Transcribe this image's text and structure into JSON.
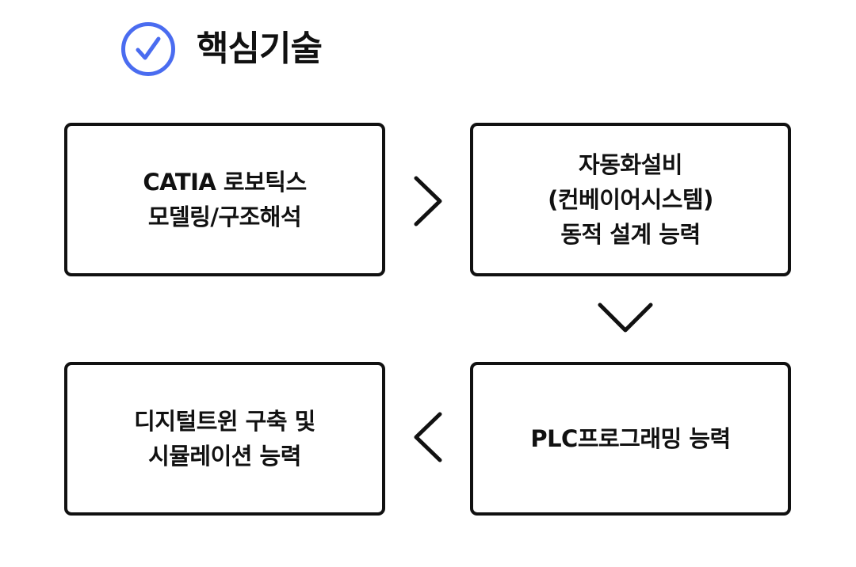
{
  "header": {
    "icon": "check-circle-icon",
    "accent_color": "#4a6cf0",
    "title": "핵심기술"
  },
  "flow": {
    "boxes": [
      {
        "lines": [
          "CATIA 로보틱스",
          "모델링/구조해석"
        ]
      },
      {
        "lines": [
          "자동화설비",
          "(컨베이어시스템)",
          "동적 설계 능력"
        ]
      },
      {
        "lines": [
          "PLC프로그래밍 능력"
        ]
      },
      {
        "lines": [
          "디지털트윈 구축 및",
          "시뮬레이션 능력"
        ]
      }
    ],
    "arrows": [
      "chevron-right-icon",
      "chevron-down-icon",
      "chevron-left-icon"
    ]
  }
}
